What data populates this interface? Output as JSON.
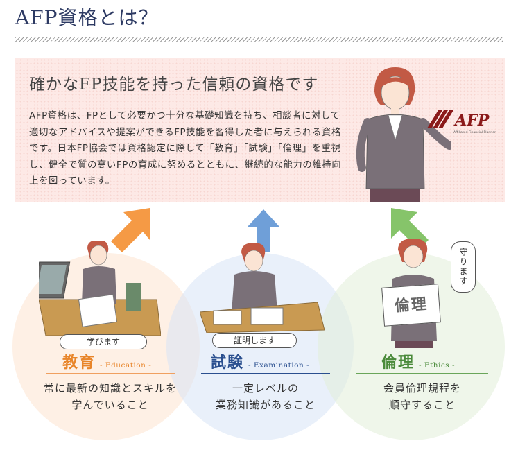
{
  "page": {
    "title": "AFP資格とは？"
  },
  "intro": {
    "heading": "確かなFP技能を持った信頼の資格です",
    "body": "AFP資格は、FPとして必要かつ十分な基礎知識を持ち、相談者に対して適切なアドバイスや提案ができるFP技能を習得した者に与えられる資格です。日本FP協会では資格認定に際して「教育」「試験」「倫理」を重視し、健全で質の高いFPの育成に努めるとともに、継続的な能力の維持向上を図っています。",
    "logo": {
      "mark": "AFP",
      "caption": "Affiliated Financial Planner",
      "color": "#8b1a1a"
    }
  },
  "pillars": [
    {
      "bubble": "学びます",
      "title": "教育",
      "subtitle": "- Education -",
      "desc_line1": "常に最新の知識とスキルを",
      "desc_line2": "学んでいること",
      "color": "#e8852a",
      "arrow_color": "#f59a45"
    },
    {
      "bubble": "証明します",
      "title": "試験",
      "subtitle": "- Examination -",
      "desc_line1": "一定レベルの",
      "desc_line2": "業務知識があること",
      "color": "#2a4f8f",
      "arrow_color": "#6f9fd8"
    },
    {
      "bubble": "守ります",
      "title": "倫理",
      "subtitle": "- Ethics -",
      "desc_line1": "会員倫理規程を",
      "desc_line2": "順守すること",
      "color": "#4a8a3a",
      "arrow_color": "#86c46a",
      "sign": "倫理"
    }
  ]
}
